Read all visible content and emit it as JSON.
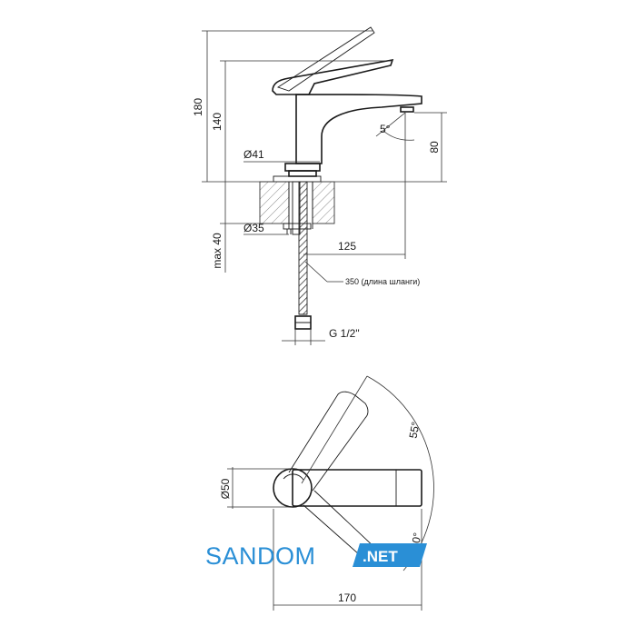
{
  "dimensions": {
    "height_total": "180",
    "height_body": "140",
    "spout_height": "80",
    "base_diameter": "Ø41",
    "mount_diameter": "Ø35",
    "spout_reach": "125",
    "max_thickness": "max 40",
    "hose_length": "350 (длина шланги)",
    "thread": "G 1/2\"",
    "spout_angle": "5°",
    "handle_diameter": "Ø50",
    "handle_rotation": "55°",
    "rotation_lower": "30°",
    "length_total": "170"
  },
  "watermark": {
    "brand": "SANDOM",
    "suffix": ".NET",
    "color": "#2a8fd6"
  }
}
